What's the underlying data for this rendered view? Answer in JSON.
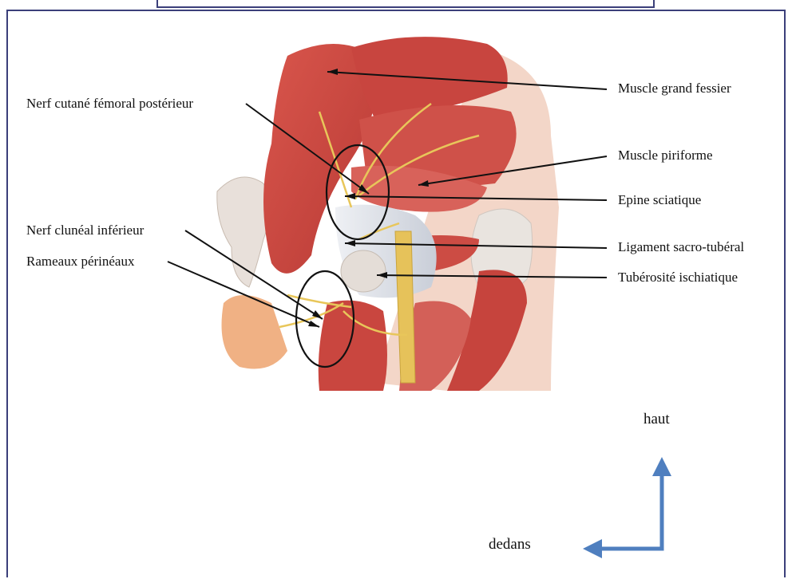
{
  "labels": {
    "left": [
      {
        "id": "nerf-cutane",
        "text": "Nerf cutané fémoral postérieur"
      },
      {
        "id": "nerf-cluneal",
        "text": "Nerf clunéal inférieur"
      },
      {
        "id": "rameaux",
        "text": "Rameaux périnéaux"
      }
    ],
    "right": [
      {
        "id": "grand-fessier",
        "text": "Muscle grand fessier"
      },
      {
        "id": "piriforme",
        "text": "Muscle piriforme"
      },
      {
        "id": "epine",
        "text": "Epine sciatique"
      },
      {
        "id": "ligament",
        "text": "Ligament sacro-tubéral"
      },
      {
        "id": "tuberosite",
        "text": "Tubérosité ischiatique"
      }
    ]
  },
  "orientation": {
    "up_label": "haut",
    "in_label": "dedans",
    "arrow_color": "#4f7fbf"
  },
  "colors": {
    "frame": "#3b3f7a",
    "muscle": "#c8453f",
    "muscle_light": "#e07a6e",
    "nerve": "#e8c65a",
    "bone": "#e6dcd2",
    "ligament": "#d7dbe3"
  }
}
